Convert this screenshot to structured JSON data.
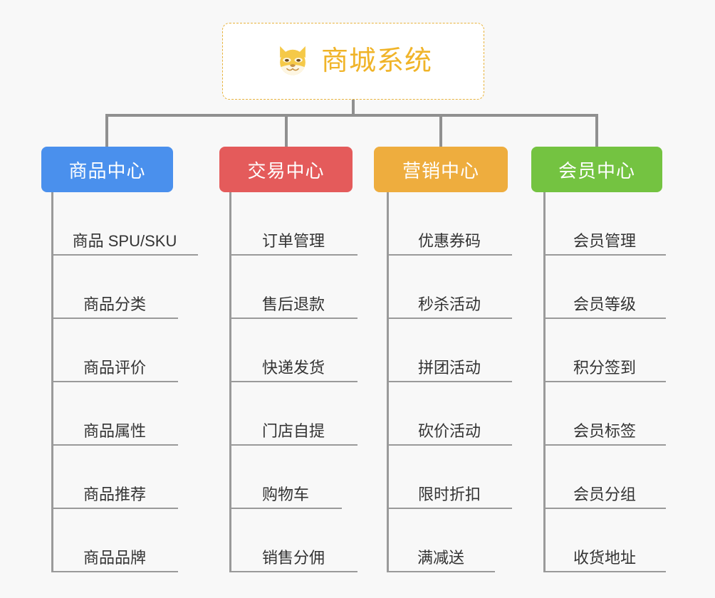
{
  "page": {
    "background_color": "#f8f8f8",
    "title": "商城系统功能架构图"
  },
  "root": {
    "label": "商城系统",
    "icon": "shiba-dog-face-icon",
    "text_color": "#f0b429",
    "border_color": "#e8b33c",
    "background_color": "#ffffff"
  },
  "connector": {
    "color": "#909090"
  },
  "columns": [
    {
      "title": "商品中心",
      "color": "#4a90ed",
      "items": [
        {
          "label": "商品 SPU/SKU"
        },
        {
          "label": "商品分类"
        },
        {
          "label": "商品评价"
        },
        {
          "label": "商品属性"
        },
        {
          "label": "商品推荐"
        },
        {
          "label": "商品品牌"
        }
      ]
    },
    {
      "title": "交易中心",
      "color": "#e45b5b",
      "items": [
        {
          "label": "订单管理"
        },
        {
          "label": "售后退款"
        },
        {
          "label": "快递发货"
        },
        {
          "label": "门店自提"
        },
        {
          "label": "购物车"
        },
        {
          "label": "销售分佣"
        }
      ]
    },
    {
      "title": "营销中心",
      "color": "#eead3e",
      "items": [
        {
          "label": "优惠券码"
        },
        {
          "label": "秒杀活动"
        },
        {
          "label": "拼团活动"
        },
        {
          "label": "砍价活动"
        },
        {
          "label": "限时折扣"
        },
        {
          "label": "满减送"
        }
      ]
    },
    {
      "title": "会员中心",
      "color": "#74c341",
      "items": [
        {
          "label": "会员管理"
        },
        {
          "label": "会员等级"
        },
        {
          "label": "积分签到"
        },
        {
          "label": "会员标签"
        },
        {
          "label": "会员分组"
        },
        {
          "label": "收货地址"
        }
      ]
    }
  ],
  "layout": {
    "card_left": [
      58,
      308,
      525,
      746
    ],
    "card_width": [
      185,
      187,
      188,
      184
    ],
    "rail_left": [
      72,
      322,
      543,
      763
    ],
    "leaf_width": [
      206,
      180,
      176,
      172
    ]
  }
}
